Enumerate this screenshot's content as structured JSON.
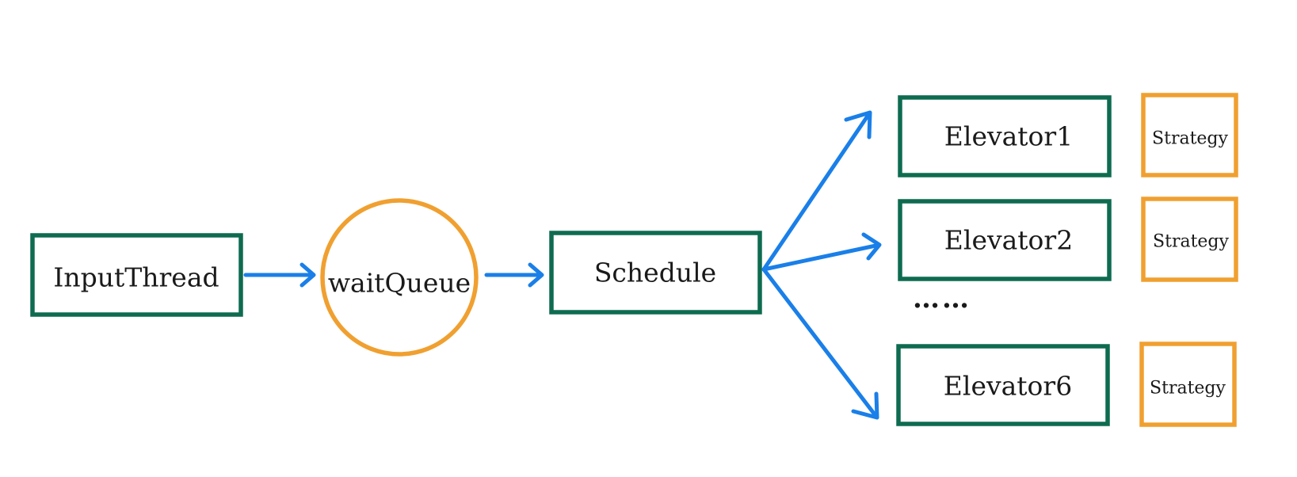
{
  "colors": {
    "process": "#0e6b4f",
    "data": "#f0a030",
    "arrow": "#1a7fe8"
  },
  "nodes": {
    "input_thread": "InputThread",
    "wait_queue": "waitQueue",
    "schedule": "Schedule",
    "elevator_1": "Elevator1",
    "elevator_2": "Elevator2",
    "elevator_6": "Elevator6",
    "strategy_1": "Strategy",
    "strategy_2": "Strategy",
    "strategy_6": "Strategy",
    "ellipsis": "……"
  }
}
